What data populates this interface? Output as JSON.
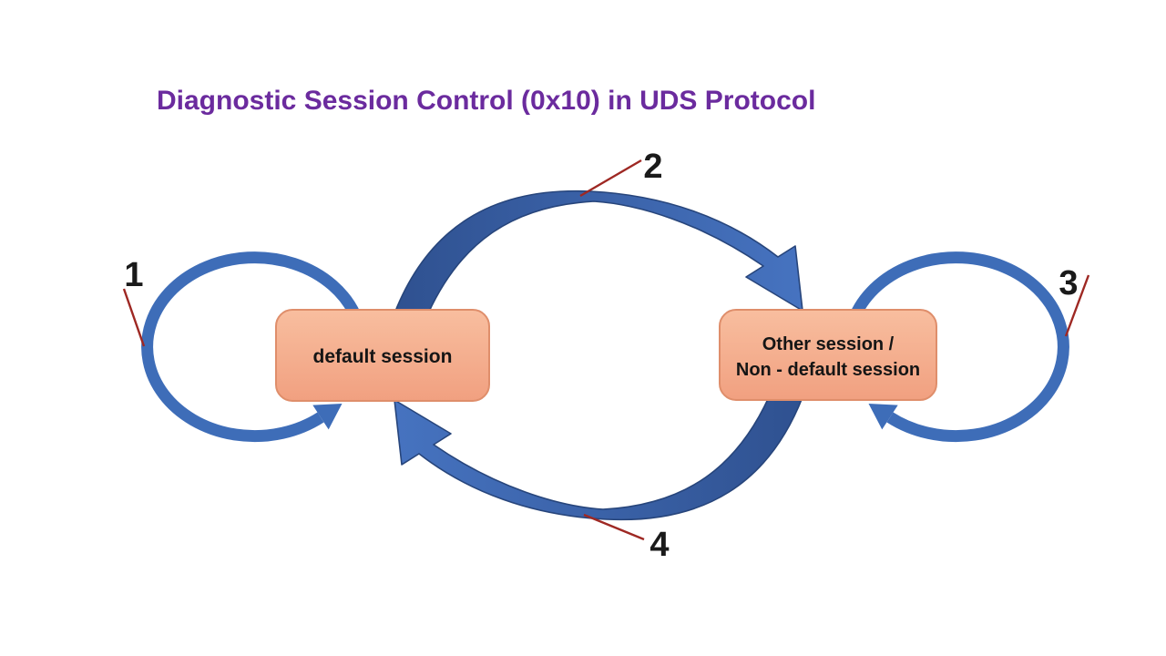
{
  "title": "Diagnostic Session Control (0x10) in UDS Protocol",
  "nodes": {
    "default_session": {
      "label": "default session"
    },
    "other_session": {
      "label_line1": "Other session /",
      "label_line2": "Non - default session"
    }
  },
  "transitions": [
    {
      "label": "1",
      "from": "default session",
      "to": "default session",
      "shape": "self-loop-left"
    },
    {
      "label": "2",
      "from": "default session",
      "to": "other session",
      "shape": "arc-top"
    },
    {
      "label": "3",
      "from": "other session",
      "to": "other session",
      "shape": "self-loop-right"
    },
    {
      "label": "4",
      "from": "other session",
      "to": "default session",
      "shape": "arc-bottom"
    }
  ],
  "colors": {
    "title_purple": "#6B2B9E",
    "loop_blue": "#3E6DB8",
    "arc_fill_dark": "#2F5190",
    "arc_fill_light": "#4673C0",
    "arc_outline": "#27457B",
    "box_fill_top": "#F8BE9F",
    "box_fill_bottom": "#F1A080",
    "box_border": "#DF8E6B",
    "leader_red": "#9E2823",
    "label_black": "#1A1A1A",
    "background": "#FFFFFF"
  }
}
